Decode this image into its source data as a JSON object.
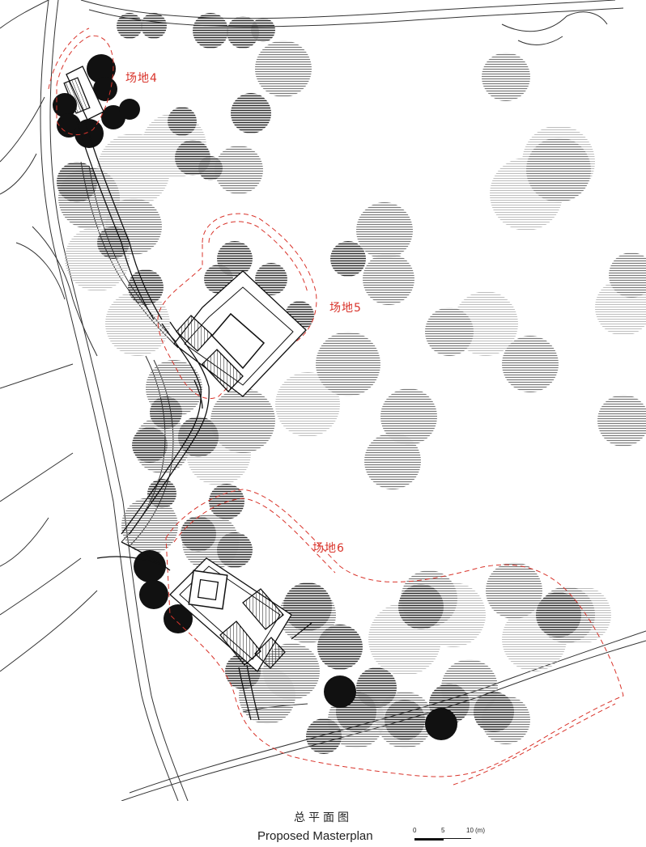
{
  "sites": [
    {
      "label": "场地4"
    },
    {
      "label": "场地5"
    },
    {
      "label": "场地6"
    }
  ],
  "title": {
    "chinese": "总平面图",
    "english": "Proposed Masterplan"
  },
  "scale_bar": {
    "ticks": [
      "0",
      "5",
      "10"
    ],
    "unit": "(m)"
  },
  "colors": {
    "site_outline": "#d9342b",
    "tree_dark": "#111111",
    "tree_mid": "#555555",
    "tree_light": "#b8b8b8"
  }
}
